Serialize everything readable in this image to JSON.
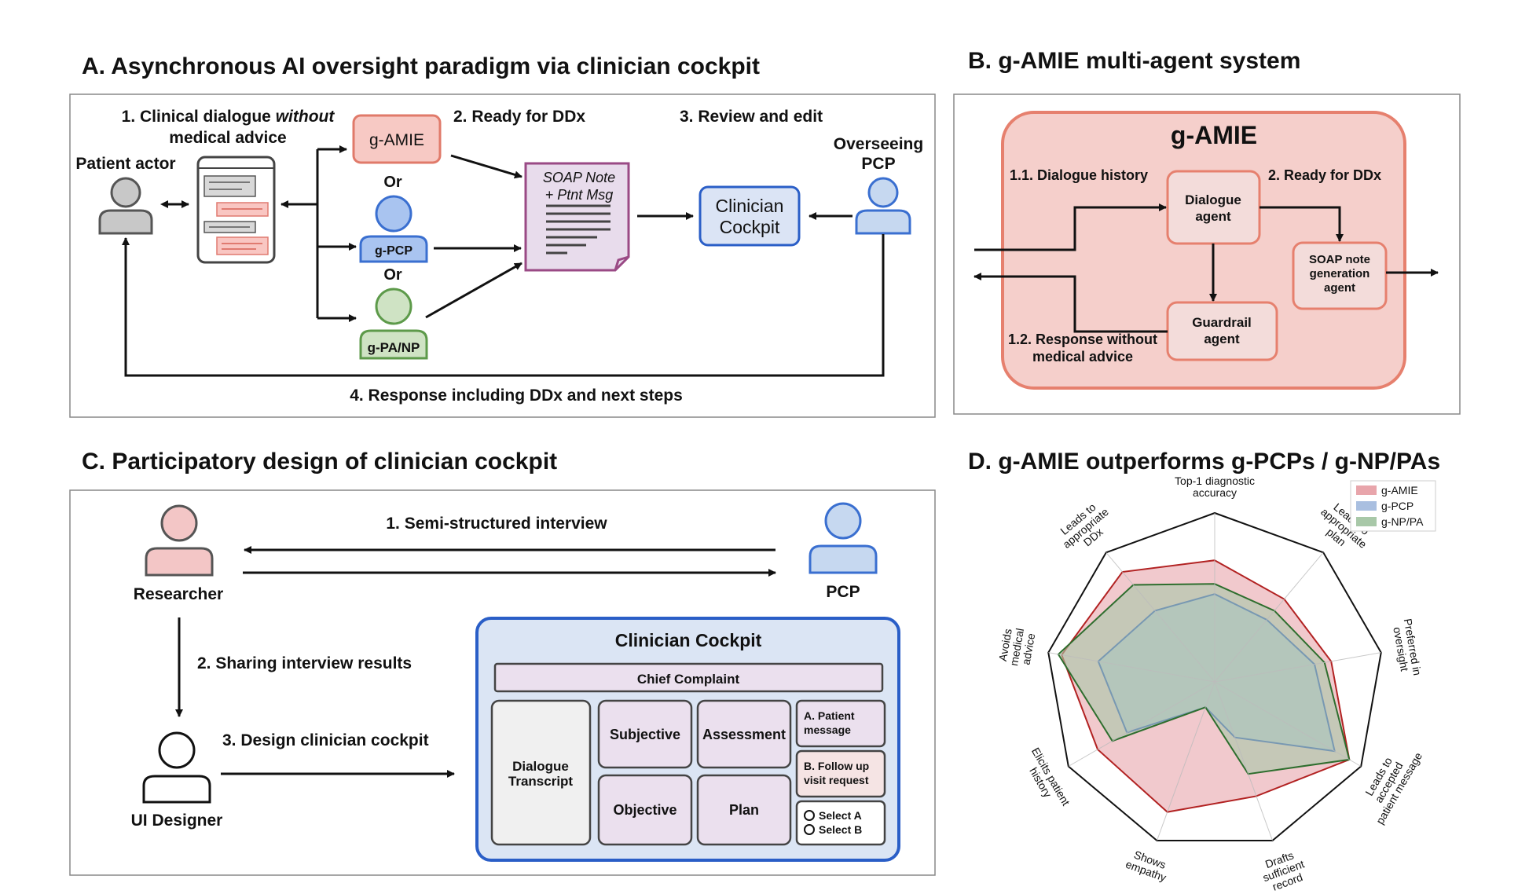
{
  "panelA": {
    "title": "A. Asynchronous AI oversight paradigm via clinician cockpit",
    "step1_line1_a": "1. Clinical dialogue",
    "step1_line1_b": "without",
    "step1_line2": "medical advice",
    "patient_actor": "Patient actor",
    "gamie": "g-AMIE",
    "or1": "Or",
    "gpcp": "g-PCP",
    "or2": "Or",
    "gpanp": "g-PA/NP",
    "step2": "2. Ready for DDx",
    "soap_line1": "SOAP Note",
    "soap_line2": "+ Ptnt Msg",
    "step3": "3. Review and edit",
    "cockpit_line1": "Clinician",
    "cockpit_line2": "Cockpit",
    "overseeing_line1": "Overseeing",
    "overseeing_line2": "PCP",
    "step4": "4. Response including DDx and next steps"
  },
  "panelB": {
    "title": "B. g-AMIE multi-agent system",
    "system_name": "g-AMIE",
    "dialogue_history": "1.1. Dialogue history",
    "ready_ddx": "2. Ready for DDx",
    "dialogue_agent_1": "Dialogue",
    "dialogue_agent_2": "agent",
    "soap_agent_1": "SOAP note",
    "soap_agent_2": "generation",
    "soap_agent_3": "agent",
    "guardrail_1": "Guardrail",
    "guardrail_2": "agent",
    "response_1": "1.2. Response without",
    "response_2": "medical advice"
  },
  "panelC": {
    "title": "C. Participatory design of clinician cockpit",
    "researcher": "Researcher",
    "pcp": "PCP",
    "ui_designer": "UI Designer",
    "step1": "1. Semi-structured interview",
    "step2": "2. Sharing interview results",
    "step3": "3. Design clinician cockpit",
    "cockpit_title": "Clinician Cockpit",
    "chief_complaint": "Chief Complaint",
    "dialogue_1": "Dialogue",
    "dialogue_2": "Transcript",
    "subjective": "Subjective",
    "assessment": "Assessment",
    "objective": "Objective",
    "plan": "Plan",
    "patient_msg_1": "A. Patient",
    "patient_msg_2": "message",
    "follow_up_1": "B. Follow up",
    "follow_up_2": "visit request",
    "select_a": "Select A",
    "select_b": "Select B"
  },
  "panelD": {
    "title": "D. g-AMIE outperforms g-PCPs / g-NP/PAs"
  },
  "chart_data": {
    "type": "radar",
    "axes": [
      "Top-1 diagnostic accuracy",
      "Leads to appropriate plan",
      "Preferred in oversight",
      "Leads to accepted patient message",
      "Drafts sufficient record",
      "Shows empathy",
      "Elicits patient history",
      "Avoids medical advice",
      "Leads to appropriate DDx"
    ],
    "axis_label_lines": [
      [
        "Top-1 diagnostic",
        "accuracy"
      ],
      [
        "Leads to",
        "appropriate",
        "plan"
      ],
      [
        "Preferred in",
        "oversight"
      ],
      [
        "Leads to",
        "accepted",
        "patient message"
      ],
      [
        "Drafts",
        "sufficient",
        "record"
      ],
      [
        "Shows",
        "empathy"
      ],
      [
        "Elicits patient",
        "history"
      ],
      [
        "Avoids",
        "medical",
        "advice"
      ],
      [
        "Leads to",
        "appropriate",
        "DDx"
      ]
    ],
    "range": [
      0,
      1
    ],
    "series": [
      {
        "name": "g-AMIE",
        "color": "#b22222",
        "fill": "#e8a5ab",
        "values": [
          0.72,
          0.64,
          0.7,
          0.92,
          0.72,
          0.82,
          0.8,
          0.92,
          0.85
        ]
      },
      {
        "name": "g-PCP",
        "color": "#3050c0",
        "fill": "#a9bfe0",
        "values": [
          0.52,
          0.48,
          0.6,
          0.82,
          0.35,
          0.16,
          0.6,
          0.7,
          0.55
        ]
      },
      {
        "name": "g-NP/PA",
        "color": "#2e6e2e",
        "fill": "#a8c8a8",
        "values": [
          0.58,
          0.55,
          0.66,
          0.92,
          0.58,
          0.16,
          0.7,
          0.94,
          0.75
        ]
      }
    ],
    "legend_position": "top-right"
  }
}
